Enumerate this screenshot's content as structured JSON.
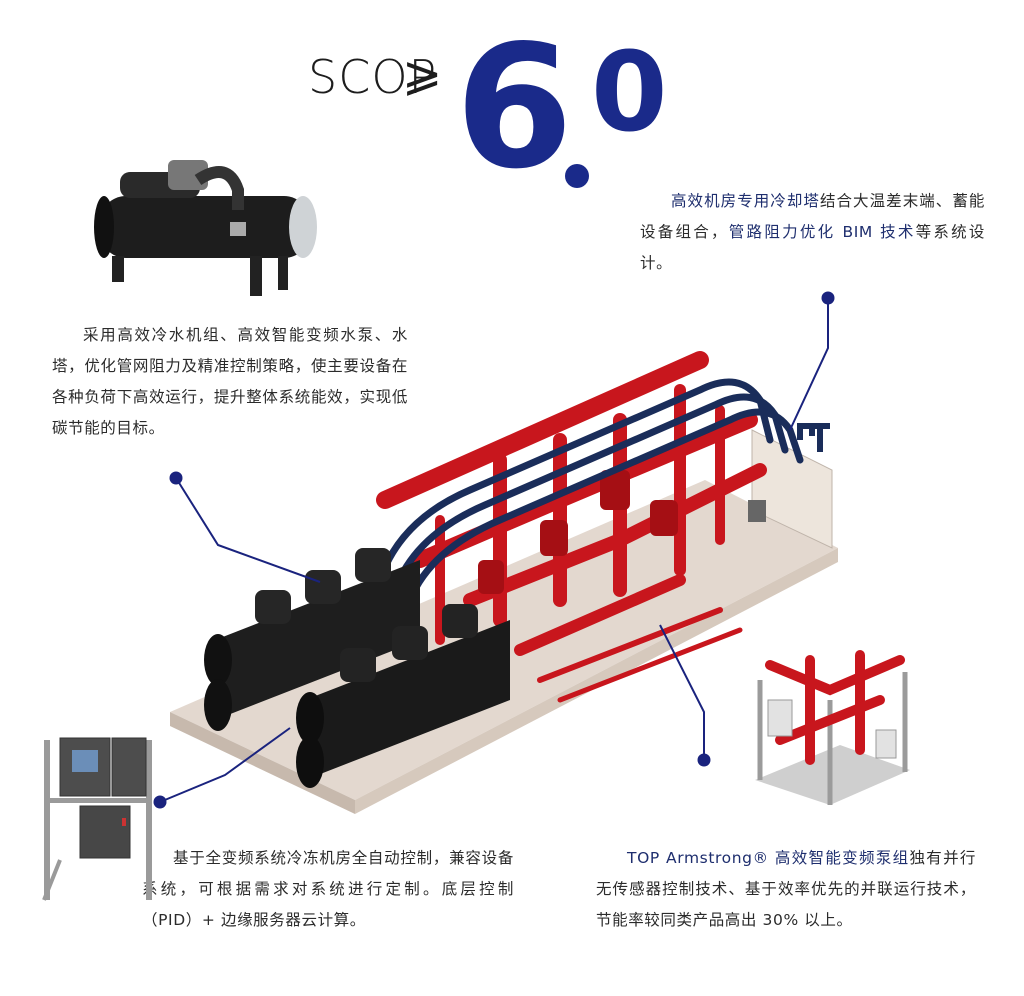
{
  "hero": {
    "scop_label": "SCOP",
    "geq_symbol": "⩾",
    "value_int": "6",
    "value_dec": "0"
  },
  "text_top_right": {
    "hl1": "高效机房专用冷却塔",
    "t1": "结合大温差末端、蓄能设备组合，",
    "hl2": "管路阻力优化 BIM 技术",
    "t2": "等系统设计。"
  },
  "text_top_left": "采用高效冷水机组、高效智能变频水泵、水塔，优化管网阻力及精准控制策略，使主要设备在各种负荷下高效运行，提升整体系统能效，实现低碳节能的目标。",
  "text_bottom_left": "基于全变频系统冷冻机房全自动控制，兼容设备系统，可根据需求对系统进行定制。底层控制（PID）+ 边缘服务器云计算。",
  "text_bottom_right": {
    "hl1": "TOP Armstrong® 高效智能变频泵组",
    "t1": "独有并行无传感器控制技术、基于效率优先的并联运行技术，节能率较同类产品高出 30% 以上。"
  },
  "colors": {
    "accent": "#1a237e",
    "pipe_red": "#c8161d",
    "chiller_black": "#1c1c1c",
    "base_beige": "#e3d8cf"
  }
}
